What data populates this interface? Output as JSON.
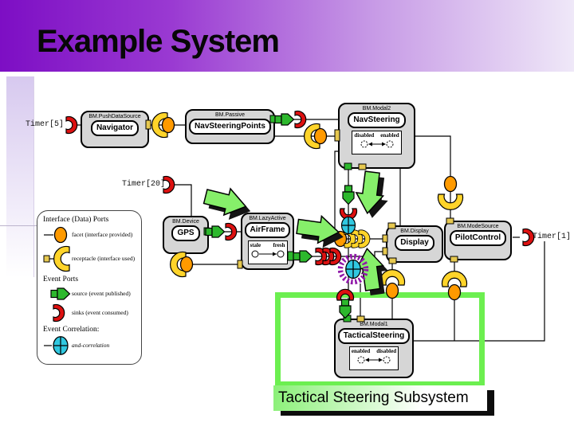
{
  "slide": {
    "title": "Example System"
  },
  "components": {
    "navigator": {
      "stereotype": "BM.PushDataSource",
      "name": "Navigator"
    },
    "nav_steering_points": {
      "stereotype": "BM.Passive",
      "name": "NavSteeringPoints"
    },
    "nav_steering": {
      "stereotype": "BM.Modal2",
      "name": "NavSteering",
      "states": [
        "disabled",
        "enabled"
      ]
    },
    "gps": {
      "stereotype": "BM.Device",
      "name": "GPS"
    },
    "airframe": {
      "stereotype": "BM.LazyActive",
      "name": "AirFrame",
      "states": [
        "stale",
        "fresh"
      ]
    },
    "display": {
      "stereotype": "BM.Display",
      "name": "Display"
    },
    "pilot_control": {
      "stereotype": "BM.ModeSource",
      "name": "PilotControl"
    },
    "tactical_steering": {
      "stereotype": "BM.Modal1",
      "name": "TacticalSteering",
      "states": [
        "enabled",
        "disabled"
      ]
    }
  },
  "timers": {
    "timer5": "Timer[5]",
    "timer20": "Timer[20]",
    "timer1": "Timer[1]"
  },
  "legend": {
    "interface_title": "Interface (Data) Ports",
    "facet": "facet (interface provided)",
    "receptacle": "receptacle (interface used)",
    "event_title": "Event Ports",
    "source": "source (event published)",
    "sink": "sinks (event consumed)",
    "correlation_title": "Event Correlation:",
    "and_correlation": "and-correlation"
  },
  "subsystem": {
    "caption": "Tactical Steering Subsystem"
  },
  "icons": {
    "facet": "orange-ellipse",
    "receptacle": "yellow-cup",
    "source": "green-pentagon",
    "sink": "red-crescent",
    "and_correlation": "cyan-circle-plus",
    "event_flow": "big-green-arrow",
    "highlight": "purple-dotted-ring"
  },
  "colors": {
    "header_purple_dark": "#7d0ec4",
    "header_purple_light": "#efe8f8",
    "facet_orange": "#ff9a00",
    "receptacle_yellow": "#ffd42a",
    "source_green": "#2db82d",
    "sink_red": "#dd1111",
    "correlation_cyan": "#30c8e0",
    "highlight_purple": "#9018a8",
    "flow_arrow_green": "#86ef6a",
    "subsystem_green": "#6cef50",
    "component_gray": "#d6d6d6"
  }
}
